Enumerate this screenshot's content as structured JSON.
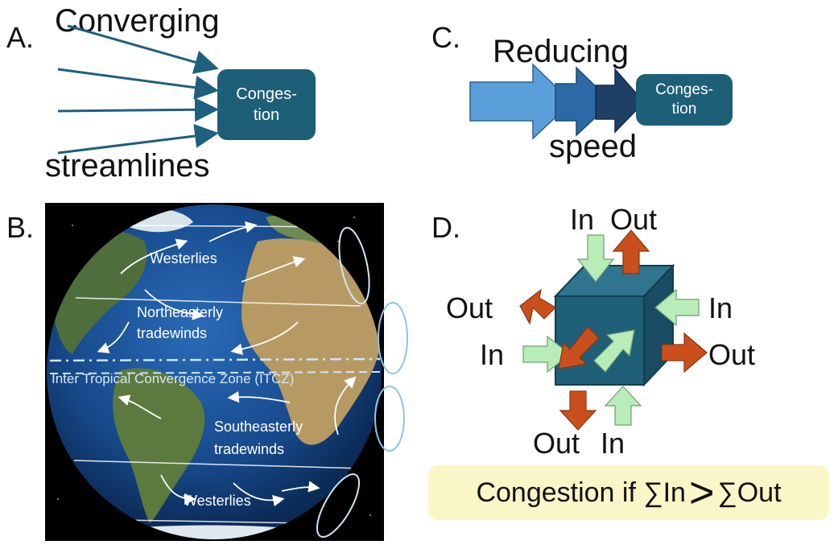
{
  "panel_a": {
    "letter": "A.",
    "top_label": "Converging",
    "bottom_label": "streamlines",
    "box_line1": "Conges-",
    "box_line2": "tion",
    "arrow_color": "#1f5f80",
    "box_color": "#1e5f78"
  },
  "panel_b": {
    "letter": "B.",
    "westerlies_north": "Westerlies",
    "ne_trades_line1": "Northeasterly",
    "ne_trades_line2": "tradewinds",
    "itcz": "Inter Tropical Convergence Zone (ITCZ)",
    "se_trades_line1": "Southeasterly",
    "se_trades_line2": "tradewinds",
    "westerlies_south": "Westerlies"
  },
  "panel_c": {
    "letter": "C.",
    "top_label": "Reducing",
    "bottom_label": "speed",
    "box_line1": "Conges-",
    "box_line2": "tion",
    "arrow_colors": [
      "#5a9fd9",
      "#2b6aa6",
      "#1e3f66"
    ]
  },
  "panel_d": {
    "letter": "D.",
    "top_in": "In",
    "top_out": "Out",
    "left_out": "Out",
    "left_in": "In",
    "right_in": "In",
    "right_out": "Out",
    "bottom_out": "Out",
    "bottom_in": "In",
    "in_color": "#b8ecb8",
    "out_color": "#c9501c",
    "cube_color": "#1f5f78",
    "formula_prefix": "Congestion if ∑In",
    "formula_gt": ">",
    "formula_suffix": "∑Out"
  }
}
